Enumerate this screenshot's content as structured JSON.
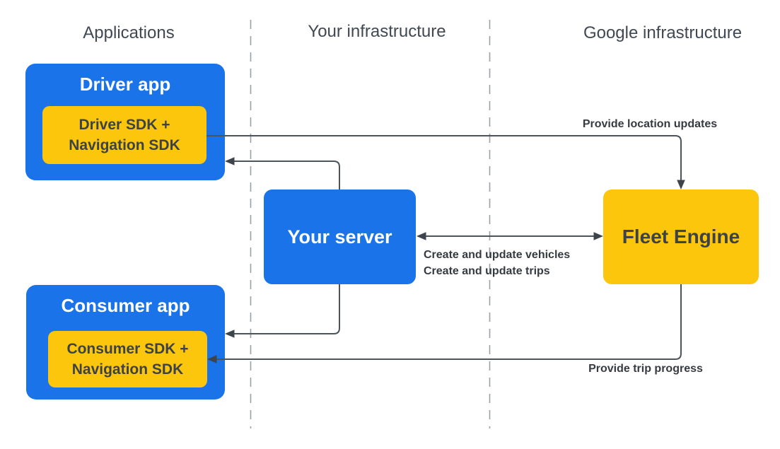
{
  "diagram": {
    "columns": [
      {
        "label": "Applications"
      },
      {
        "label": "Your infrastructure"
      },
      {
        "label": "Google infrastructure"
      }
    ],
    "nodes": {
      "driver_app": {
        "title": "Driver app"
      },
      "driver_sdk": {
        "line1": "Driver SDK +",
        "line2": "Navigation SDK"
      },
      "consumer_app": {
        "title": "Consumer app"
      },
      "consumer_sdk": {
        "line1": "Consumer SDK +",
        "line2": "Navigation SDK"
      },
      "your_server": {
        "title": "Your server"
      },
      "fleet_engine": {
        "title": "Fleet Engine"
      }
    },
    "edges": {
      "location_updates": {
        "label": "Provide location updates",
        "from": "Driver SDK + Navigation SDK",
        "to": "Fleet Engine"
      },
      "server_to_driver": {
        "label": "",
        "from": "Your server",
        "to": "Driver app"
      },
      "vehicles_trips": {
        "line1": "Create and update vehicles",
        "line2": "Create and update trips",
        "from": "Your server",
        "to": "Fleet Engine",
        "bidirectional": true
      },
      "server_to_consumer": {
        "label": "",
        "from": "Your server",
        "to": "Consumer app"
      },
      "trip_progress": {
        "label": "Provide trip progress",
        "from": "Fleet Engine",
        "to": "Consumer SDK + Navigation SDK"
      }
    },
    "colors": {
      "background": "#ffffff",
      "blue": "#1a73e8",
      "yellow": "#fcc60d",
      "header_text": "#3f4853",
      "box_text_dark": "#3c4248",
      "box_text_light": "#ffffff",
      "edge_label_text": "#363b41",
      "connector": "#4b535b",
      "connector_head": "#3d444c",
      "dashed_divider": "#98a0a8"
    }
  }
}
